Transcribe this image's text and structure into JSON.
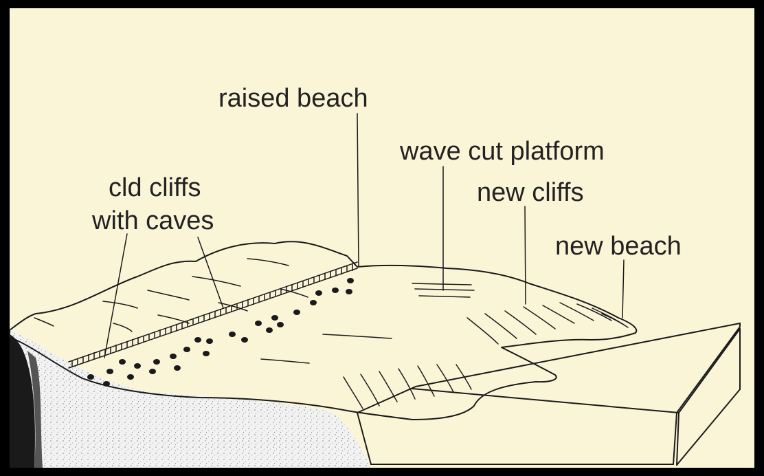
{
  "colors": {
    "background": "#fbf5d8",
    "frame": "#000000",
    "land": "#ffffff",
    "ink": "#1a1a1a",
    "sea_speckle": "#e2e2e2"
  },
  "labels": {
    "raised_beach": "raised beach",
    "wave_cut_platform": "wave cut platform",
    "old_cliffs_line1": "cld cliffs",
    "old_cliffs_line2": "with caves",
    "new_cliffs": "new cliffs",
    "new_beach": "new beach"
  }
}
